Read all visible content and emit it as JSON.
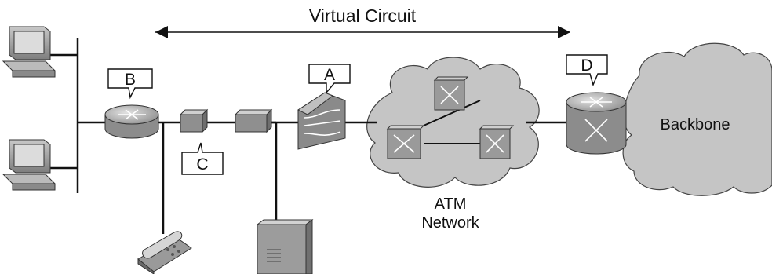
{
  "virtual_circuit_label": "Virtual Circuit",
  "callouts": {
    "a": "A",
    "b": "B",
    "c": "C",
    "d": "D"
  },
  "atm_network": {
    "line1": "ATM",
    "line2": "Network"
  },
  "backbone_label": "Backbone",
  "colors": {
    "device_gray": "#9a9a9a",
    "cloud_gray": "#c4c4c4",
    "line": "#111111"
  },
  "icons": [
    "workstation-icon",
    "router-icon",
    "csu-dsu-icon",
    "atm-switch-icon",
    "atm-core-switch-icon",
    "layer3-switch-icon",
    "telephone-icon",
    "server-icon",
    "cloud-icon"
  ]
}
